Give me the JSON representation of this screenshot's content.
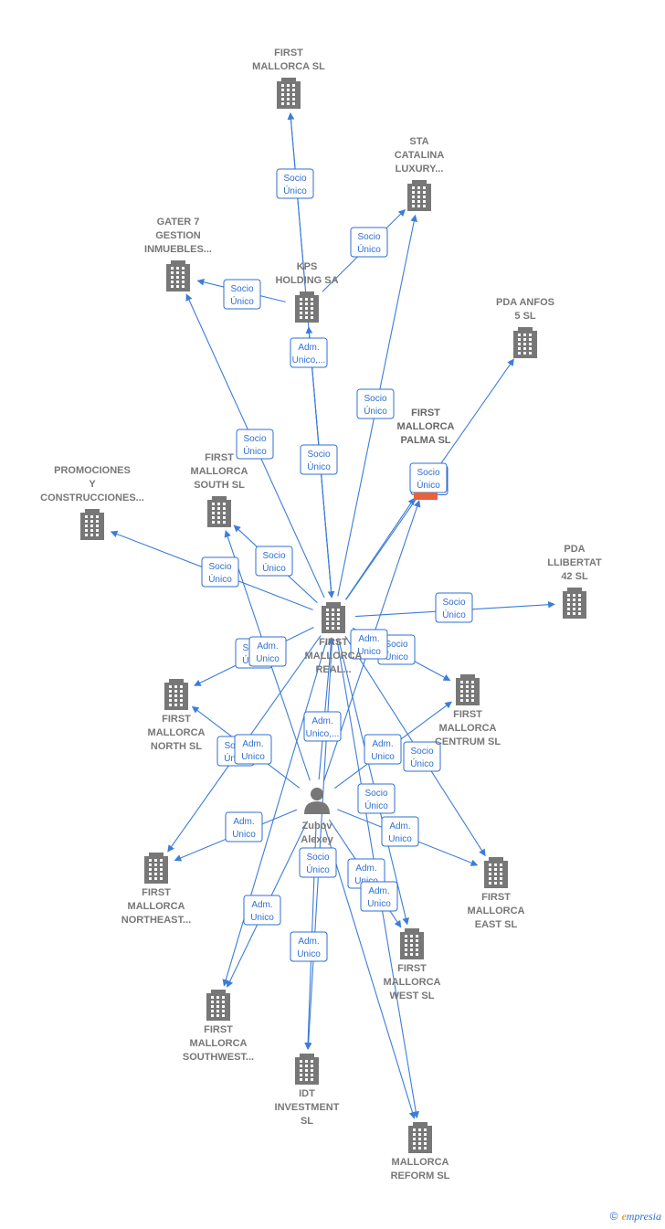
{
  "colors": {
    "edge": "#3b7dd8",
    "building": "#777777",
    "focus": "#e8603c"
  },
  "nodes": [
    {
      "id": "first-mallorca-sl",
      "type": "company",
      "label": [
        "FIRST",
        "MALLORCA SL"
      ]
    },
    {
      "id": "sta-catalina",
      "type": "company",
      "label": [
        "STA",
        "CATALINA",
        "LUXURY..."
      ]
    },
    {
      "id": "gater7",
      "type": "company",
      "label": [
        "GATER 7",
        "GESTION",
        "INMUEBLES..."
      ]
    },
    {
      "id": "kps-holding",
      "type": "company",
      "label": [
        "KPS",
        "HOLDING SA"
      ]
    },
    {
      "id": "pda-anfos",
      "type": "company",
      "label": [
        "PDA ANFOS",
        "5  SL"
      ]
    },
    {
      "id": "first-mallorca-palma",
      "type": "focus",
      "label": [
        "FIRST",
        "MALLORCA",
        "PALMA  SL"
      ]
    },
    {
      "id": "promociones",
      "type": "company",
      "label": [
        "PROMOCIONES",
        "Y",
        "CONSTRUCCIONES..."
      ]
    },
    {
      "id": "first-mallorca-south",
      "type": "company",
      "label": [
        "FIRST",
        "MALLORCA",
        "SOUTH  SL"
      ]
    },
    {
      "id": "pda-llibertat",
      "type": "company",
      "label": [
        "PDA",
        "LLIBERTAT",
        "42  SL"
      ]
    },
    {
      "id": "first-mallorca-real",
      "type": "company",
      "label": [
        "FIRST",
        "MALLORCA",
        "REAL..."
      ]
    },
    {
      "id": "first-mallorca-north",
      "type": "company",
      "label": [
        "FIRST",
        "MALLORCA",
        "NORTH  SL"
      ]
    },
    {
      "id": "first-mallorca-centrum",
      "type": "company",
      "label": [
        "FIRST",
        "MALLORCA",
        "CENTRUM  SL"
      ]
    },
    {
      "id": "zubov-alexey",
      "type": "person",
      "label": [
        "Zubov",
        "Alexey"
      ]
    },
    {
      "id": "first-mallorca-northeast",
      "type": "company",
      "label": [
        "FIRST",
        "MALLORCA",
        "NORTHEAST..."
      ]
    },
    {
      "id": "first-mallorca-east",
      "type": "company",
      "label": [
        "FIRST",
        "MALLORCA",
        "EAST  SL"
      ]
    },
    {
      "id": "first-mallorca-west",
      "type": "company",
      "label": [
        "FIRST",
        "MALLORCA",
        "WEST  SL"
      ]
    },
    {
      "id": "first-mallorca-southwest",
      "type": "company",
      "label": [
        "FIRST",
        "MALLORCA",
        "SOUTHWEST..."
      ]
    },
    {
      "id": "idt-investment",
      "type": "company",
      "label": [
        "IDT",
        "INVESTMENT",
        "SL"
      ]
    },
    {
      "id": "mallorca-reform",
      "type": "company",
      "label": [
        "MALLORCA",
        "REFORM  SL"
      ]
    }
  ],
  "edges": [
    {
      "from": "first-mallorca-real",
      "to": "first-mallorca-sl",
      "label": [
        "Socio",
        "Único"
      ]
    },
    {
      "from": "kps-holding",
      "to": "first-mallorca-sl",
      "label": []
    },
    {
      "from": "kps-holding",
      "to": "sta-catalina",
      "label": [
        "Socio",
        "Único"
      ]
    },
    {
      "from": "kps-holding",
      "to": "gater7",
      "label": [
        "Socio",
        "Único"
      ]
    },
    {
      "from": "kps-holding",
      "to": "first-mallorca-real",
      "label": [
        "Adm.",
        "Unico,..."
      ]
    },
    {
      "from": "first-mallorca-real",
      "to": "sta-catalina",
      "label": [
        "Socio",
        "Único"
      ]
    },
    {
      "from": "first-mallorca-real",
      "to": "kps-holding",
      "label": [
        "Socio",
        "Único"
      ]
    },
    {
      "from": "first-mallorca-real",
      "to": "gater7",
      "label": [
        "Socio",
        "Único"
      ]
    },
    {
      "from": "first-mallorca-real",
      "to": "pda-anfos",
      "label": [
        "Socio",
        "Único"
      ]
    },
    {
      "from": "first-mallorca-real",
      "to": "first-mallorca-palma",
      "label": [
        "Socio",
        "Único"
      ]
    },
    {
      "from": "first-mallorca-real",
      "to": "promociones",
      "label": [
        "Socio",
        "Único"
      ]
    },
    {
      "from": "first-mallorca-real",
      "to": "first-mallorca-south",
      "label": [
        "Socio",
        "Único"
      ]
    },
    {
      "from": "first-mallorca-real",
      "to": "pda-llibertat",
      "label": [
        "Socio",
        "Único"
      ]
    },
    {
      "from": "first-mallorca-real",
      "to": "first-mallorca-north",
      "label": [
        "Socio",
        "Único"
      ]
    },
    {
      "from": "first-mallorca-real",
      "to": "first-mallorca-centrum",
      "label": [
        "Socio",
        "Único"
      ]
    },
    {
      "from": "first-mallorca-real",
      "to": "first-mallorca-northeast",
      "label": [
        "Socio",
        "Único"
      ]
    },
    {
      "from": "first-mallorca-real",
      "to": "first-mallorca-east",
      "label": [
        "Socio",
        "Único"
      ]
    },
    {
      "from": "first-mallorca-real",
      "to": "first-mallorca-west",
      "label": [
        "Socio",
        "Único"
      ]
    },
    {
      "from": "first-mallorca-real",
      "to": "first-mallorca-southwest",
      "label": [
        "Socio",
        "Único"
      ]
    },
    {
      "from": "first-mallorca-real",
      "to": "idt-investment",
      "label": [
        "Socio",
        "Único"
      ]
    },
    {
      "from": "first-mallorca-real",
      "to": "mallorca-reform",
      "label": []
    },
    {
      "from": "zubov-alexey",
      "to": "first-mallorca-real",
      "label": [
        "Adm.",
        "Unico,..."
      ]
    },
    {
      "from": "zubov-alexey",
      "to": "first-mallorca-south",
      "label": [
        "Adm.",
        "Unico"
      ]
    },
    {
      "from": "zubov-alexey",
      "to": "first-mallorca-palma",
      "label": [
        "Adm.",
        "Unico"
      ]
    },
    {
      "from": "zubov-alexey",
      "to": "first-mallorca-north",
      "label": [
        "Adm.",
        "Unico"
      ]
    },
    {
      "from": "zubov-alexey",
      "to": "first-mallorca-centrum",
      "label": [
        "Adm.",
        "Unico"
      ]
    },
    {
      "from": "zubov-alexey",
      "to": "first-mallorca-northeast",
      "label": [
        "Adm.",
        "Unico"
      ]
    },
    {
      "from": "zubov-alexey",
      "to": "first-mallorca-east",
      "label": [
        "Adm.",
        "Unico"
      ]
    },
    {
      "from": "zubov-alexey",
      "to": "first-mallorca-west",
      "label": [
        "Adm.",
        "Unico"
      ]
    },
    {
      "from": "zubov-alexey",
      "to": "first-mallorca-southwest",
      "label": [
        "Adm.",
        "Unico"
      ]
    },
    {
      "from": "zubov-alexey",
      "to": "idt-investment",
      "label": [
        "Adm.",
        "Unico"
      ]
    },
    {
      "from": "zubov-alexey",
      "to": "mallorca-reform",
      "label": [
        "Adm.",
        "Unico"
      ]
    }
  ],
  "footer": {
    "copyright": "©",
    "brand_initial": "e",
    "brand_rest": "mpresia"
  }
}
